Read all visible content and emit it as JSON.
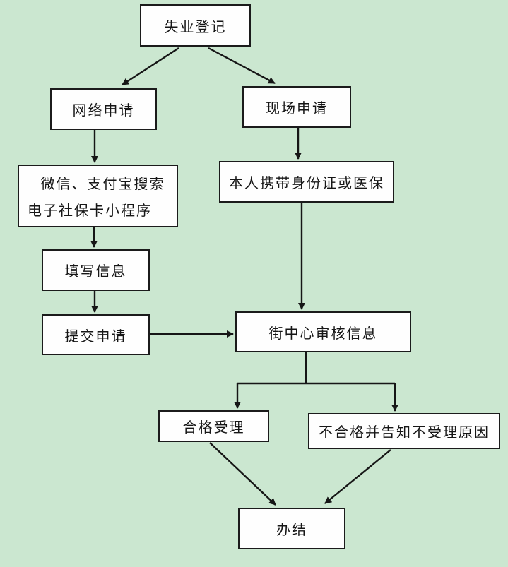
{
  "diagram": {
    "type": "flowchart",
    "background_color": "#cbe7d0",
    "box_background": "#fefefe",
    "line_color": "#161616",
    "nodes": {
      "start": {
        "label": "失业登记"
      },
      "online": {
        "label": "网络申请"
      },
      "wechat": {
        "lines": [
          "微信、支付宝搜索",
          "电子社保卡小程序"
        ]
      },
      "fill": {
        "label": "填写信息"
      },
      "submit": {
        "label": "提交申请"
      },
      "onsite": {
        "label": "现场申请"
      },
      "idcard": {
        "label": "本人携带身份证或医保"
      },
      "review": {
        "label": "街中心审核信息"
      },
      "accept": {
        "label": "合格受理"
      },
      "reject": {
        "label": "不合格并告知不受理原因"
      },
      "done": {
        "label": "办结"
      }
    },
    "edges": [
      {
        "from": "start",
        "to": "online"
      },
      {
        "from": "start",
        "to": "onsite"
      },
      {
        "from": "online",
        "to": "wechat"
      },
      {
        "from": "wechat",
        "to": "fill"
      },
      {
        "from": "fill",
        "to": "submit"
      },
      {
        "from": "submit",
        "to": "review"
      },
      {
        "from": "onsite",
        "to": "idcard"
      },
      {
        "from": "idcard",
        "to": "review"
      },
      {
        "from": "review",
        "to": "accept"
      },
      {
        "from": "review",
        "to": "reject"
      },
      {
        "from": "accept",
        "to": "done"
      },
      {
        "from": "reject",
        "to": "done"
      }
    ]
  }
}
